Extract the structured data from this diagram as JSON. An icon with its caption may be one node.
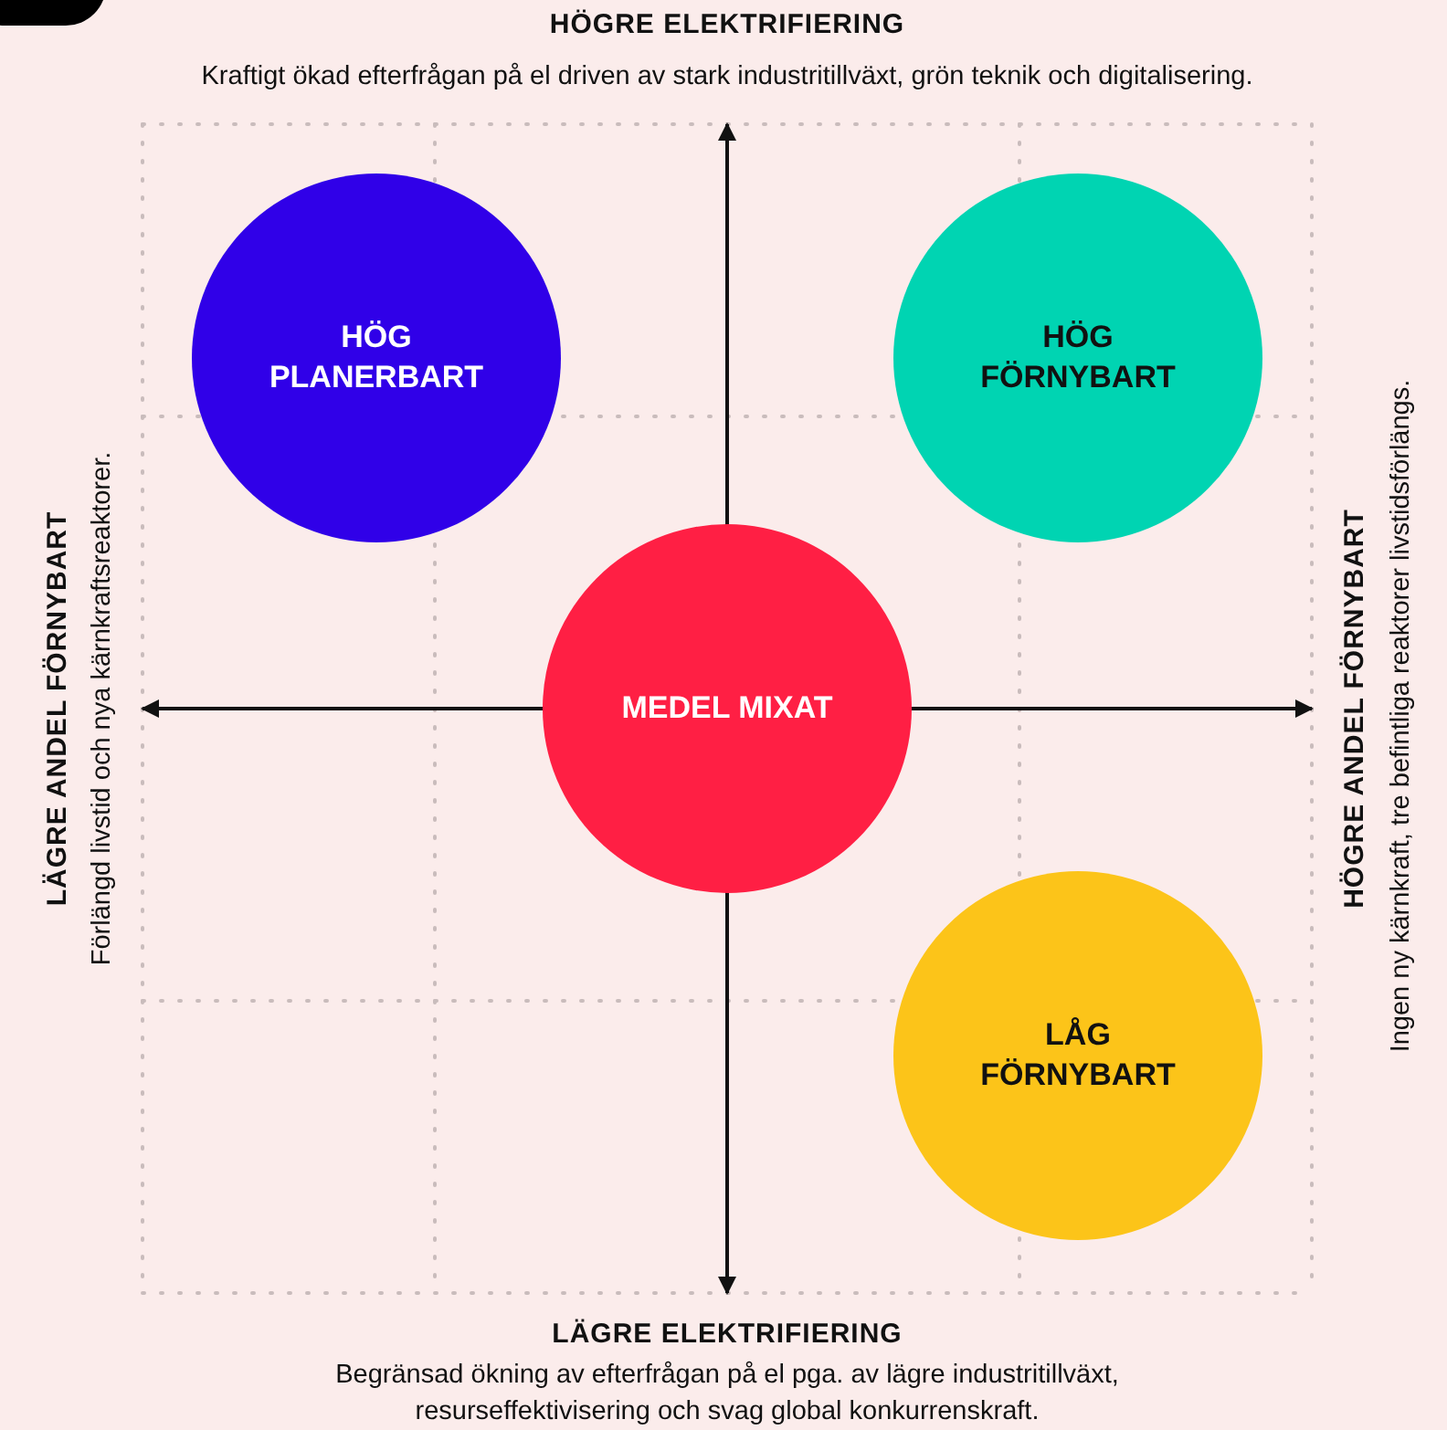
{
  "diagram": {
    "nodes": [
      {
        "text": [
          "HÖG PLANERBART"
        ]
      },
      {
        "text": [
          "HÖG FÖRNYBART"
        ]
      },
      {
        "text": [
          "MEDEL MIXAT"
        ]
      },
      {
        "text": [
          "LÅG FÖRNYBART"
        ]
      }
    ],
    "labels": [
      "HÖGRE ELEKTRIFIERING",
      "Kraftigt ökad efterfrågan på el driven av stark industritillväxt, grön teknik och digitalisering.",
      "LÄGRE ANDEL FÖRNYBART",
      "Förlängd livstid och nya kärnkraftsreaktorer.",
      "HÖGRE ANDEL FÖRNYBART",
      "Ingen ny kärnkraft, tre befintliga reaktorer livstidsförlängs.",
      "LÄGRE ELEKTRIFIERING",
      "Begränsad ökning av efterfrågan på el pga. av lägre industritillväxt, resurseffektivisering och svag global konkurrenskraft."
    ]
  }
}
